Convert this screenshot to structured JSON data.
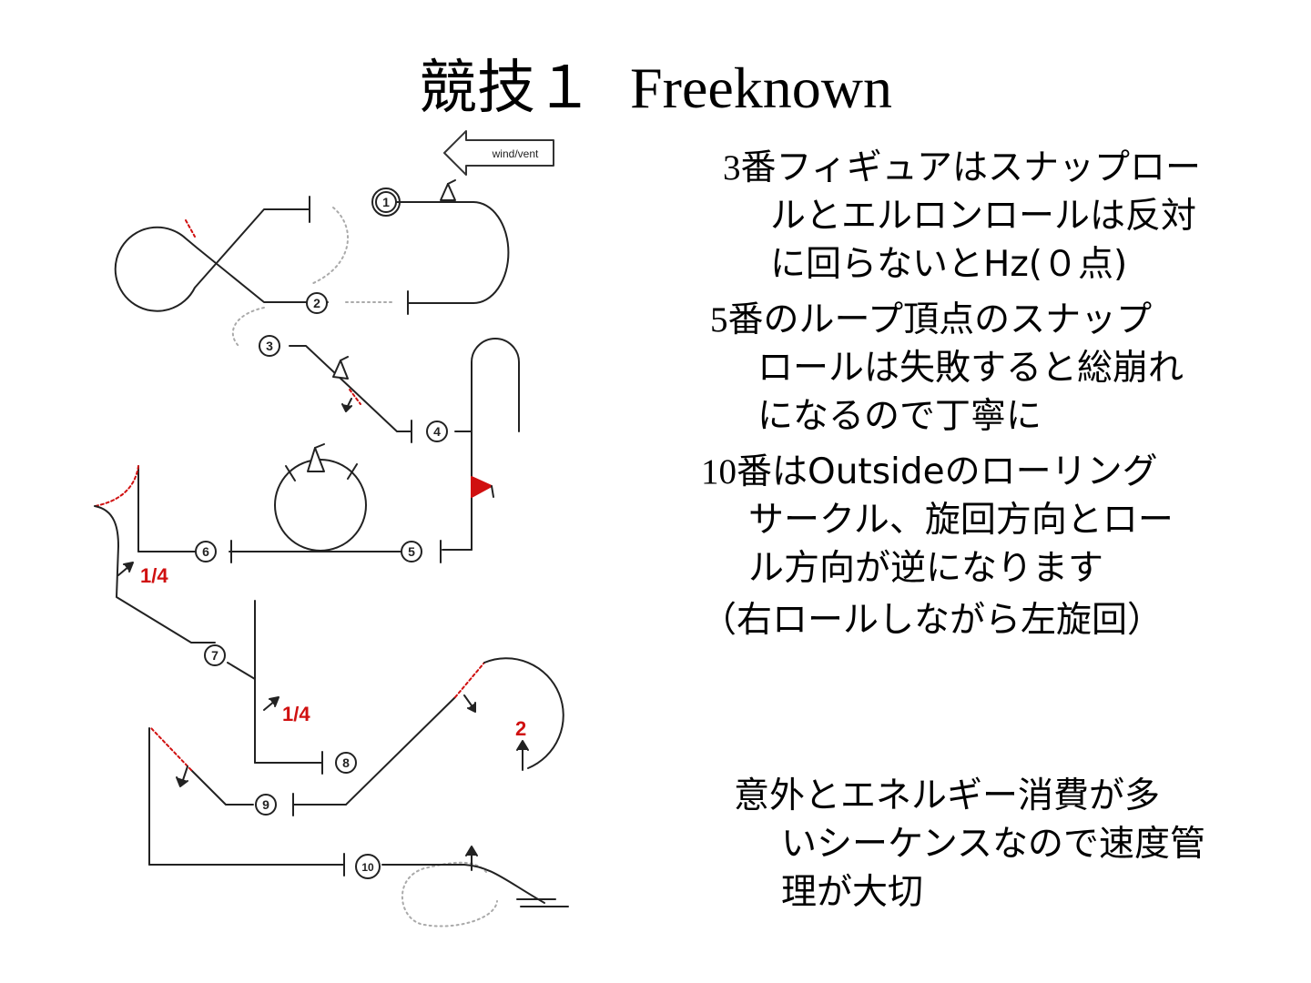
{
  "title": {
    "jp": "競技１",
    "en": "Freeknown"
  },
  "diagram": {
    "wind_label": "wind/vent",
    "figure_numbers": [
      "1",
      "2",
      "3",
      "4",
      "5",
      "6",
      "7",
      "8",
      "9",
      "10"
    ],
    "roll_labels": {
      "fig6": "1/4",
      "fig7": "1/4",
      "fig8": "2"
    },
    "colors": {
      "line": "#222222",
      "snap": "#d01010",
      "dotted": "#aaaaaa"
    }
  },
  "notes": [
    {
      "num": "3",
      "line1": "番フィギュアはスナップロー",
      "rest": [
        "ルとエルロンロールは反対",
        "に回らないとHz(０点)"
      ]
    },
    {
      "num": "5",
      "line1": "番のループ頂点のスナップ",
      "rest": [
        "ロールは失敗すると総崩れ",
        "になるので丁寧に"
      ]
    },
    {
      "num": "10",
      "line1": "番はOutsideのローリング",
      "rest": [
        "サークル、旋回方向とロー",
        "ル方向が逆になります"
      ]
    },
    {
      "text": "（右ロールしながら左旋回）"
    },
    {
      "line1": "意外とエネルギー消費が多",
      "rest": [
        "いシーケンスなので速度管",
        "理が大切"
      ]
    }
  ]
}
